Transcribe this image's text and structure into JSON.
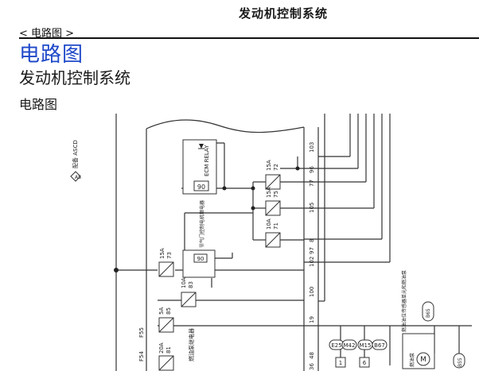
{
  "header": {
    "running_title": "发动机控制系统",
    "breadcrumb": "< 电路图 >"
  },
  "page": {
    "section_title": "电路图",
    "subtitle": "发动机控制系统",
    "diagram_title": "电路图"
  },
  "diagram": {
    "left_labels": [
      "AS",
      "配备 ASCD",
      "F55",
      "F54",
      "燃油泵继电器"
    ],
    "relay_label": "ECM RELAY",
    "relay_box": "90",
    "relay2_label": "节气门控制电机继电器",
    "relay2_box": "90",
    "fuses": [
      {
        "rating": "15A",
        "num": "72"
      },
      {
        "rating": "15A",
        "num": "75"
      },
      {
        "rating": "10A",
        "num": "71"
      },
      {
        "rating": "15A",
        "num": "73"
      },
      {
        "rating": "10A",
        "num": "83"
      },
      {
        "rating": "5A",
        "num": "85"
      },
      {
        "rating": "20A",
        "num": "81"
      }
    ],
    "terminals": [
      "103",
      "96",
      "77",
      "105",
      "8",
      "97",
      "102",
      "100",
      "19",
      "48",
      "36"
    ],
    "connectors": [
      "E25",
      "M42",
      "M15",
      "B67"
    ],
    "connector_pins": [
      "1",
      "6"
    ],
    "bottom_right_labels": [
      "燃油油位传感器单元和燃油泵",
      "B65",
      "燃油泵",
      "M",
      "B55"
    ]
  },
  "colors": {
    "title_blue": "#1f49c9",
    "line": "#333333"
  }
}
